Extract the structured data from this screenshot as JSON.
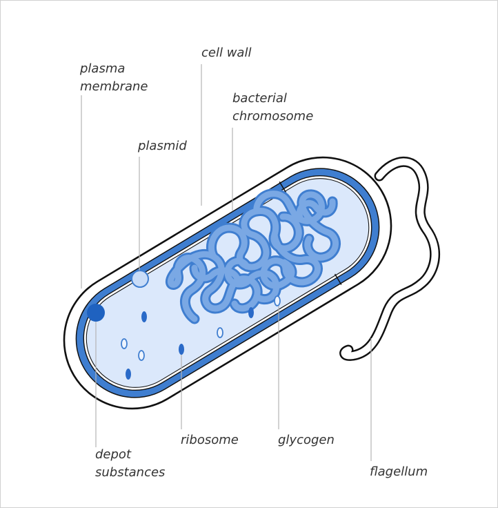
{
  "labels": {
    "plasma_membrane": [
      "plasma",
      "membrane"
    ],
    "cell_wall": "cell wall",
    "bacterial_chromosome": [
      "bacterial",
      "chromosome"
    ],
    "plasmid": "plasmid",
    "depot_substances": [
      "depot",
      "substances"
    ],
    "ribosome": "ribosome",
    "glycogen": "glycogen",
    "flagellum": "flagellum"
  },
  "colors": {
    "outline": "#111111",
    "wall_blue": "#3f7ed0",
    "cytoplasm": "#dbe8fb",
    "dna_fill": "#6fa0e0",
    "dna_stroke": "#3f7ed0",
    "leader_line": "#b4b4b4"
  }
}
